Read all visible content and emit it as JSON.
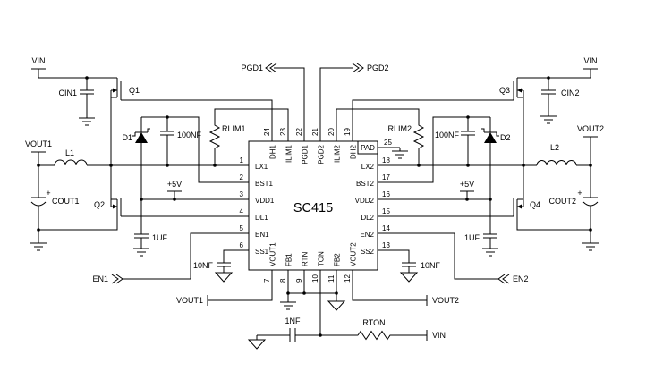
{
  "chip": {
    "name": "SC415",
    "pad": "PAD",
    "pad_pin": "25",
    "left_pins": [
      {
        "num": "1",
        "name": "LX1"
      },
      {
        "num": "2",
        "name": "BST1"
      },
      {
        "num": "3",
        "name": "VDD1"
      },
      {
        "num": "4",
        "name": "DL1"
      },
      {
        "num": "5",
        "name": "EN1"
      },
      {
        "num": "6",
        "name": "SS1"
      }
    ],
    "right_pins": [
      {
        "num": "18",
        "name": "LX2"
      },
      {
        "num": "17",
        "name": "BST2"
      },
      {
        "num": "16",
        "name": "VDD2"
      },
      {
        "num": "15",
        "name": "DL2"
      },
      {
        "num": "14",
        "name": "EN2"
      },
      {
        "num": "13",
        "name": "SS2"
      }
    ],
    "top_pins": [
      {
        "num": "24",
        "name": "DH1"
      },
      {
        "num": "23",
        "name": "ILIM1"
      },
      {
        "num": "22",
        "name": "PGD1"
      },
      {
        "num": "21",
        "name": "PGD2"
      },
      {
        "num": "20",
        "name": "ILIM2"
      },
      {
        "num": "19",
        "name": "DH2"
      }
    ],
    "bottom_pins": [
      {
        "num": "7",
        "name": "VOUT1"
      },
      {
        "num": "8",
        "name": "FB1"
      },
      {
        "num": "9",
        "name": "RTN"
      },
      {
        "num": "10",
        "name": "TON"
      },
      {
        "num": "11",
        "name": "FB2"
      },
      {
        "num": "12",
        "name": "VOUT2"
      }
    ]
  },
  "labels": {
    "vin_left": "VIN",
    "cin1": "CIN1",
    "q1": "Q1",
    "d1": "D1",
    "cbst1": "100NF",
    "rlim1": "RLIM1",
    "pgd1": "PGD1",
    "pgd2": "PGD2",
    "rlim2": "RLIM2",
    "cbst2": "100NF",
    "d2": "D2",
    "q3": "Q3",
    "cin2": "CIN2",
    "vin_right": "VIN",
    "vout1_top": "VOUT1",
    "l1": "L1",
    "cout1_plus": "+",
    "cout1": "COUT1",
    "q2": "Q2",
    "p5v_left": "+5V",
    "cvdd1": "1UF",
    "en1": "EN1",
    "css1": "10NF",
    "vout1_bottom": "VOUT1",
    "vout2_top": "VOUT2",
    "l2": "L2",
    "cout2_plus": "+",
    "cout2": "COUT2",
    "q4": "Q4",
    "p5v_right": "+5V",
    "cvdd2": "1UF",
    "css2": "10NF",
    "en2": "EN2",
    "vout2_bottom": "VOUT2",
    "cton": "1NF",
    "rton": "RTON",
    "vin_bottom": "VIN"
  },
  "colors": {
    "line": "#000000",
    "background": "#ffffff"
  }
}
